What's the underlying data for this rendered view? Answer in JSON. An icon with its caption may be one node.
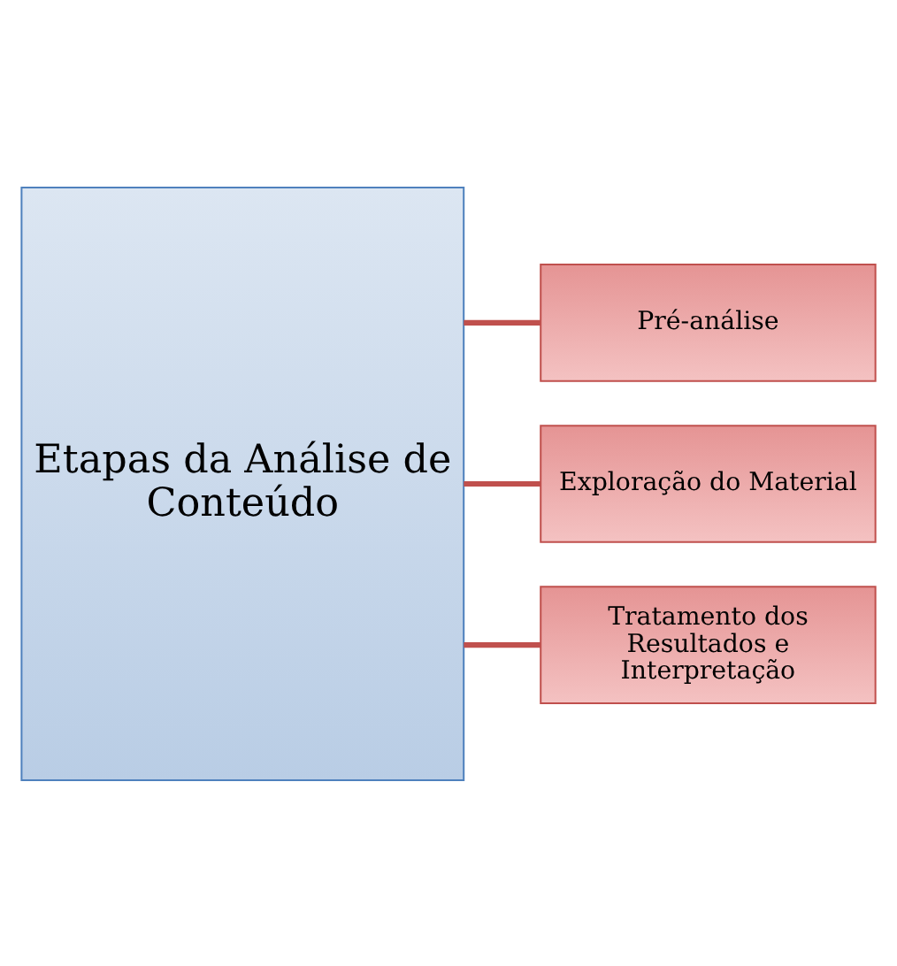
{
  "diagram": {
    "nodes": [
      {
        "text": [
          "Etapas da Análise de Conteúdo"
        ]
      },
      {
        "text": [
          "Pré-análise"
        ]
      },
      {
        "text": [
          "Exploração do Material"
        ]
      },
      {
        "text": [
          "Tratamento dos Resultados e Interpretação"
        ]
      }
    ],
    "edges": [
      {
        "from": 0,
        "to": 1,
        "arrow": "none"
      },
      {
        "from": 0,
        "to": 2,
        "arrow": "none"
      },
      {
        "from": 0,
        "to": 3,
        "arrow": "none"
      }
    ]
  }
}
